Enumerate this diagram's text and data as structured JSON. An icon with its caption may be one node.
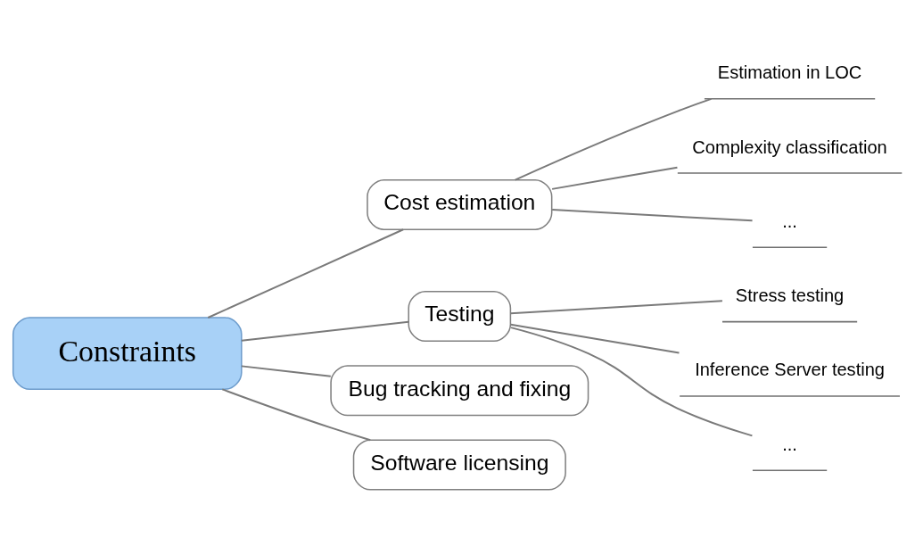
{
  "diagram": {
    "nodes": [
      {
        "text": [
          "Constraints"
        ]
      },
      {
        "text": [
          "Cost estimation"
        ]
      },
      {
        "text": [
          "Testing"
        ]
      },
      {
        "text": [
          "Bug tracking and fixing"
        ]
      },
      {
        "text": [
          "Software licensing"
        ]
      },
      {
        "text": [
          "Estimation in LOC"
        ]
      },
      {
        "text": [
          "Complexity classification"
        ]
      },
      {
        "text": [
          "..."
        ]
      },
      {
        "text": [
          "Stress testing"
        ]
      },
      {
        "text": [
          "Inference Server testing"
        ]
      },
      {
        "text": [
          "..."
        ]
      }
    ],
    "edges": [
      {
        "from": 0,
        "to": 1,
        "arrow": "none"
      },
      {
        "from": 0,
        "to": 2,
        "arrow": "none"
      },
      {
        "from": 0,
        "to": 3,
        "arrow": "none"
      },
      {
        "from": 0,
        "to": 4,
        "arrow": "none"
      },
      {
        "from": 1,
        "to": 5,
        "arrow": "none"
      },
      {
        "from": 1,
        "to": 6,
        "arrow": "none"
      },
      {
        "from": 1,
        "to": 7,
        "arrow": "none"
      },
      {
        "from": 2,
        "to": 8,
        "arrow": "none"
      },
      {
        "from": 2,
        "to": 9,
        "arrow": "none"
      },
      {
        "from": 2,
        "to": 10,
        "arrow": "none"
      }
    ]
  }
}
